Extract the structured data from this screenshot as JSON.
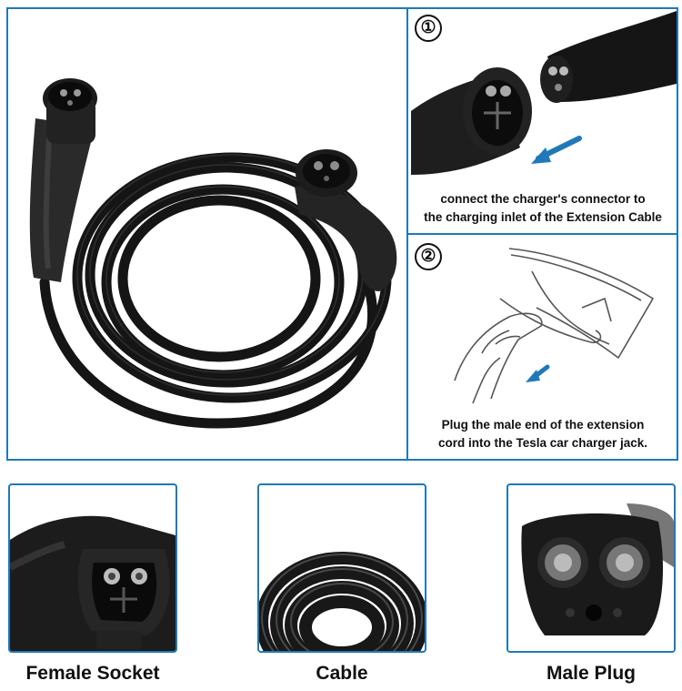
{
  "steps": [
    {
      "number": "①",
      "caption_line1": "connect the charger's connector to",
      "caption_line2": "the charging inlet of the Extension Cable"
    },
    {
      "number": "②",
      "caption_line1": "Plug the male end of the extension",
      "caption_line2": "cord into the Tesla car charger jack."
    }
  ],
  "parts": [
    {
      "label": "Female Socket"
    },
    {
      "label": "Cable"
    },
    {
      "label": "Male Plug"
    }
  ],
  "colors": {
    "frame": "#1f79b8",
    "arrow": "#1f79b8",
    "cable": "#141414"
  }
}
